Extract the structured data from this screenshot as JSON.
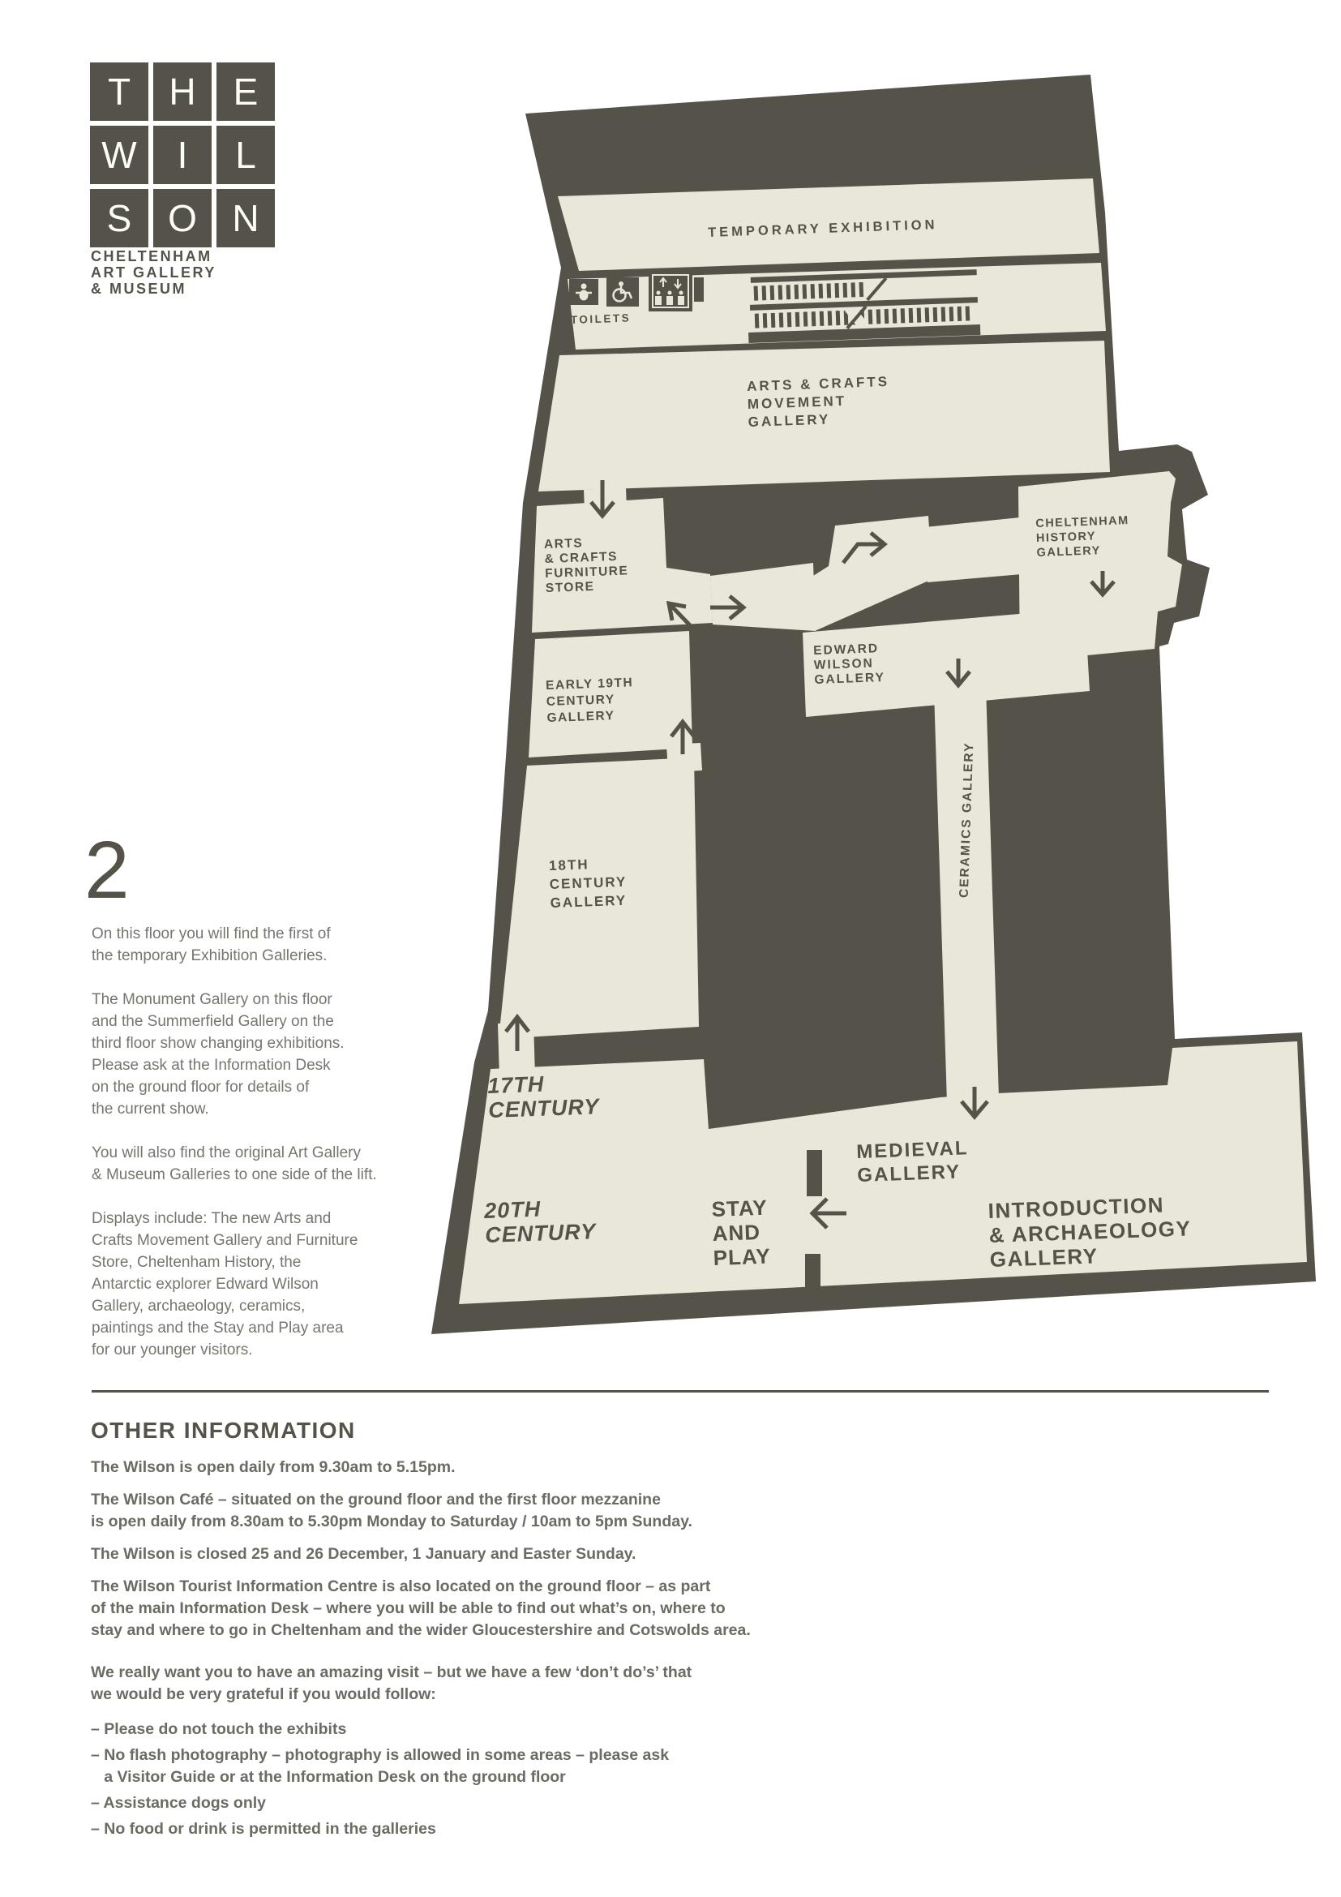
{
  "logo": {
    "letters": [
      "T",
      "H",
      "E",
      "W",
      "I",
      "L",
      "S",
      "O",
      "N"
    ],
    "subtitle": "CHELTENHAM\nART GALLERY\n& MUSEUM"
  },
  "floor": {
    "number": "2",
    "description_paragraphs": [
      "On this floor you will find the first of\nthe temporary Exhibition Galleries.",
      "The Monument Gallery on this floor\nand the Summerfield Gallery on the\nthird floor show changing exhibitions.\nPlease ask at the Information Desk\non the ground floor for details of\nthe current show.",
      "You will also find the original Art Gallery\n& Museum Galleries to one side of the lift.",
      "Displays include: The new Arts and\nCrafts Movement Gallery and Furniture\nStore, Cheltenham History, the\nAntarctic explorer Edward Wilson\nGallery, archaeology, ceramics,\npaintings and the Stay and Play area\nfor our younger visitors."
    ]
  },
  "plan": {
    "colors": {
      "wall": "#55524A",
      "room": "#E9E7D9"
    },
    "icons": [
      "baby-change-icon",
      "wheelchair-icon",
      "lift-icon",
      "stairs-icon",
      "direction-arrow-icons"
    ],
    "labels": {
      "temporary_exhibition": "TEMPORARY EXHIBITION",
      "toilets": "TOILETS",
      "arts_crafts_movement": [
        "ARTS & CRAFTS",
        "MOVEMENT",
        "GALLERY"
      ],
      "arts_crafts_furniture": [
        "ARTS",
        "& CRAFTS",
        "FURNITURE",
        "STORE"
      ],
      "cheltenham_history": [
        "CHELTENHAM",
        "HISTORY",
        "GALLERY"
      ],
      "edward_wilson": [
        "EDWARD",
        "WILSON",
        "GALLERY"
      ],
      "early_19th": [
        "EARLY 19TH",
        "CENTURY",
        "GALLERY"
      ],
      "ceramics": "CERAMICS GALLERY",
      "eighteenth": [
        "18TH",
        "CENTURY",
        "GALLERY"
      ],
      "seventeenth": [
        "17TH",
        "CENTURY"
      ],
      "twentieth": [
        "20TH",
        "CENTURY"
      ],
      "stay_and_play": [
        "STAY",
        "AND",
        "PLAY"
      ],
      "medieval": [
        "MEDIEVAL",
        "GALLERY"
      ],
      "introduction": [
        "INTRODUCTION",
        "& ARCHAEOLOGY",
        "GALLERY"
      ]
    }
  },
  "other_information": {
    "heading": "OTHER INFORMATION",
    "paragraphs": [
      "The Wilson is open daily from 9.30am to 5.15pm.",
      "The Wilson Café – situated on the ground floor and the first floor mezzanine\nis open daily from 8.30am to 5.30pm Monday to Saturday / 10am to 5pm Sunday.",
      "The Wilson is closed 25 and 26 December, 1 January and Easter Sunday.",
      "The Wilson Tourist Information Centre is also located on the ground floor – as part\nof the main Information Desk – where you will be able to find out what’s on, where to\nstay and where to go in Cheltenham and the wider Gloucestershire and Cotswolds area.",
      "We really want you to have an amazing visit – but we have a few ‘don’t do’s’ that\nwe would be very grateful if you would follow:"
    ],
    "rules": [
      "– Please do not touch the exhibits",
      "– No flash photography – photography is allowed in some areas – please ask\n   a Visitor Guide or at the Information Desk on the ground floor",
      "– Assistance dogs only",
      "– No food or drink is permitted in the galleries"
    ]
  }
}
